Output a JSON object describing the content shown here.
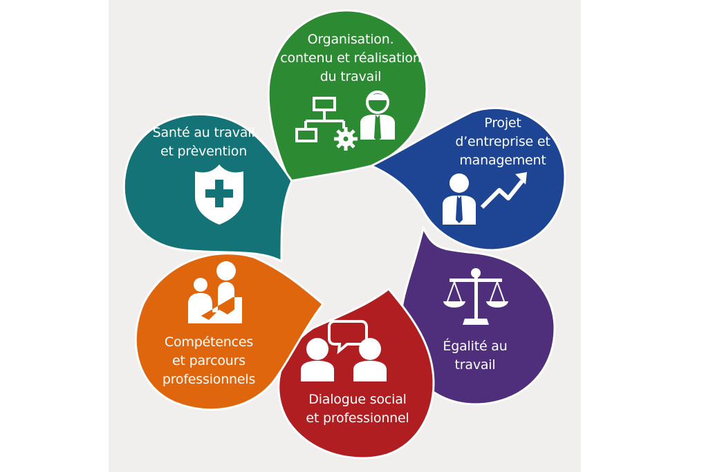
{
  "petals": [
    {
      "id": "organisation",
      "label": "Organisation.\ncontenu et réalisation\ndu travail",
      "color": "#2c8a32",
      "icon": "org-chart-gear-worker-icon"
    },
    {
      "id": "projet",
      "label": "Projet\nd’entreprise et\nmanagement",
      "color": "#1d4593",
      "icon": "manager-growth-arrow-icon"
    },
    {
      "id": "egalite",
      "label": "Égalité au\ntravail",
      "color": "#4f2f7c",
      "icon": "balance-scale-icon"
    },
    {
      "id": "dialogue",
      "label": "Dialogue social\net professionnel",
      "color": "#b01e21",
      "icon": "people-speech-bubble-icon"
    },
    {
      "id": "competences",
      "label": "Compétences\net parcours\nprofessionnels",
      "color": "#e0660e",
      "icon": "people-steps-icon"
    },
    {
      "id": "sante",
      "label": "Santé au travail\net prèvention",
      "color": "#137377",
      "icon": "shield-cross-icon"
    }
  ]
}
